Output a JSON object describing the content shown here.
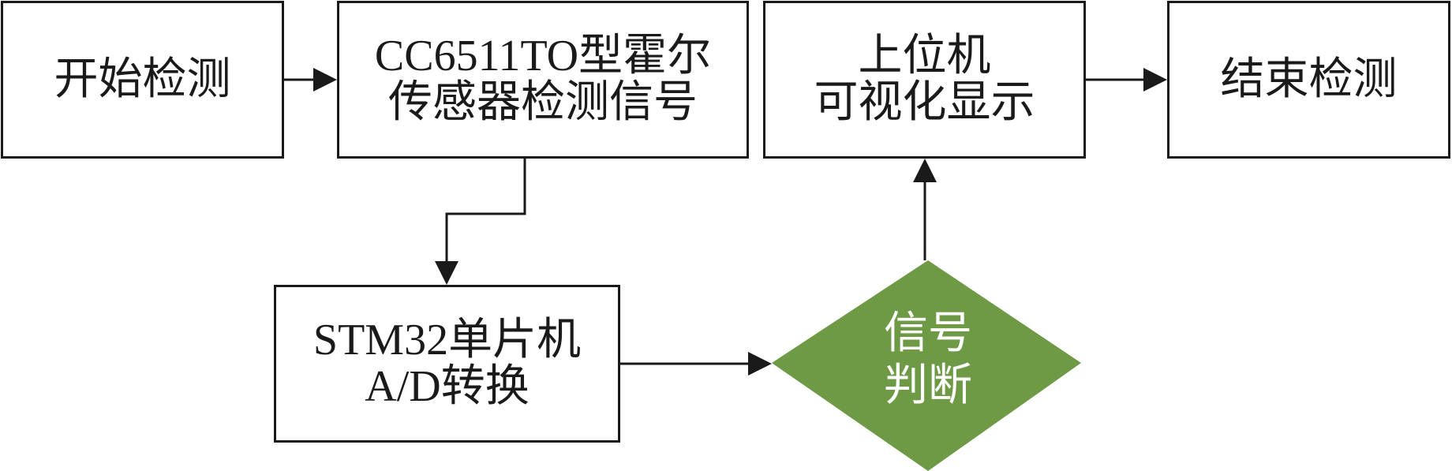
{
  "diagram": {
    "nodes": {
      "start": {
        "lines": [
          "开始检测"
        ]
      },
      "sensor": {
        "lines": [
          "CC6511TO型霍尔",
          "传感器检测信号"
        ]
      },
      "host": {
        "lines": [
          "上位机",
          "可视化显示"
        ]
      },
      "end": {
        "lines": [
          "结束检测"
        ]
      },
      "stm": {
        "lines": [
          "STM32单片机",
          "A/D转换"
        ]
      },
      "decision": {
        "lines": [
          "信号",
          "判断"
        ]
      }
    },
    "edges": [
      {
        "from": "start",
        "to": "sensor"
      },
      {
        "from": "sensor",
        "to": "stm"
      },
      {
        "from": "stm",
        "to": "decision"
      },
      {
        "from": "decision",
        "to": "host"
      },
      {
        "from": "host",
        "to": "end"
      }
    ],
    "colors": {
      "stroke": "#1a1a1a",
      "decision_fill": "#6e9a45",
      "decision_text": "#ffffff"
    }
  }
}
